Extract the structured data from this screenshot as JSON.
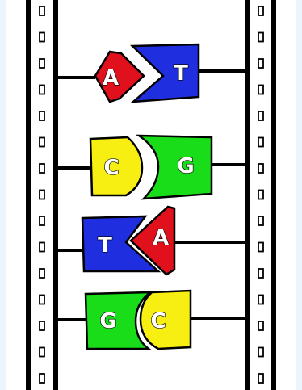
{
  "colors": {
    "background": "#eaf6fb",
    "panel": "#ffffff",
    "backbone": "#000000",
    "adenine": "#e0101c",
    "thymine": "#1f2fe0",
    "cytosine": "#f7ee12",
    "guanine": "#18dd18"
  },
  "base_pairs": [
    {
      "left": "A",
      "right": "T"
    },
    {
      "left": "C",
      "right": "G"
    },
    {
      "left": "T",
      "right": "A"
    },
    {
      "left": "G",
      "right": "C"
    }
  ]
}
